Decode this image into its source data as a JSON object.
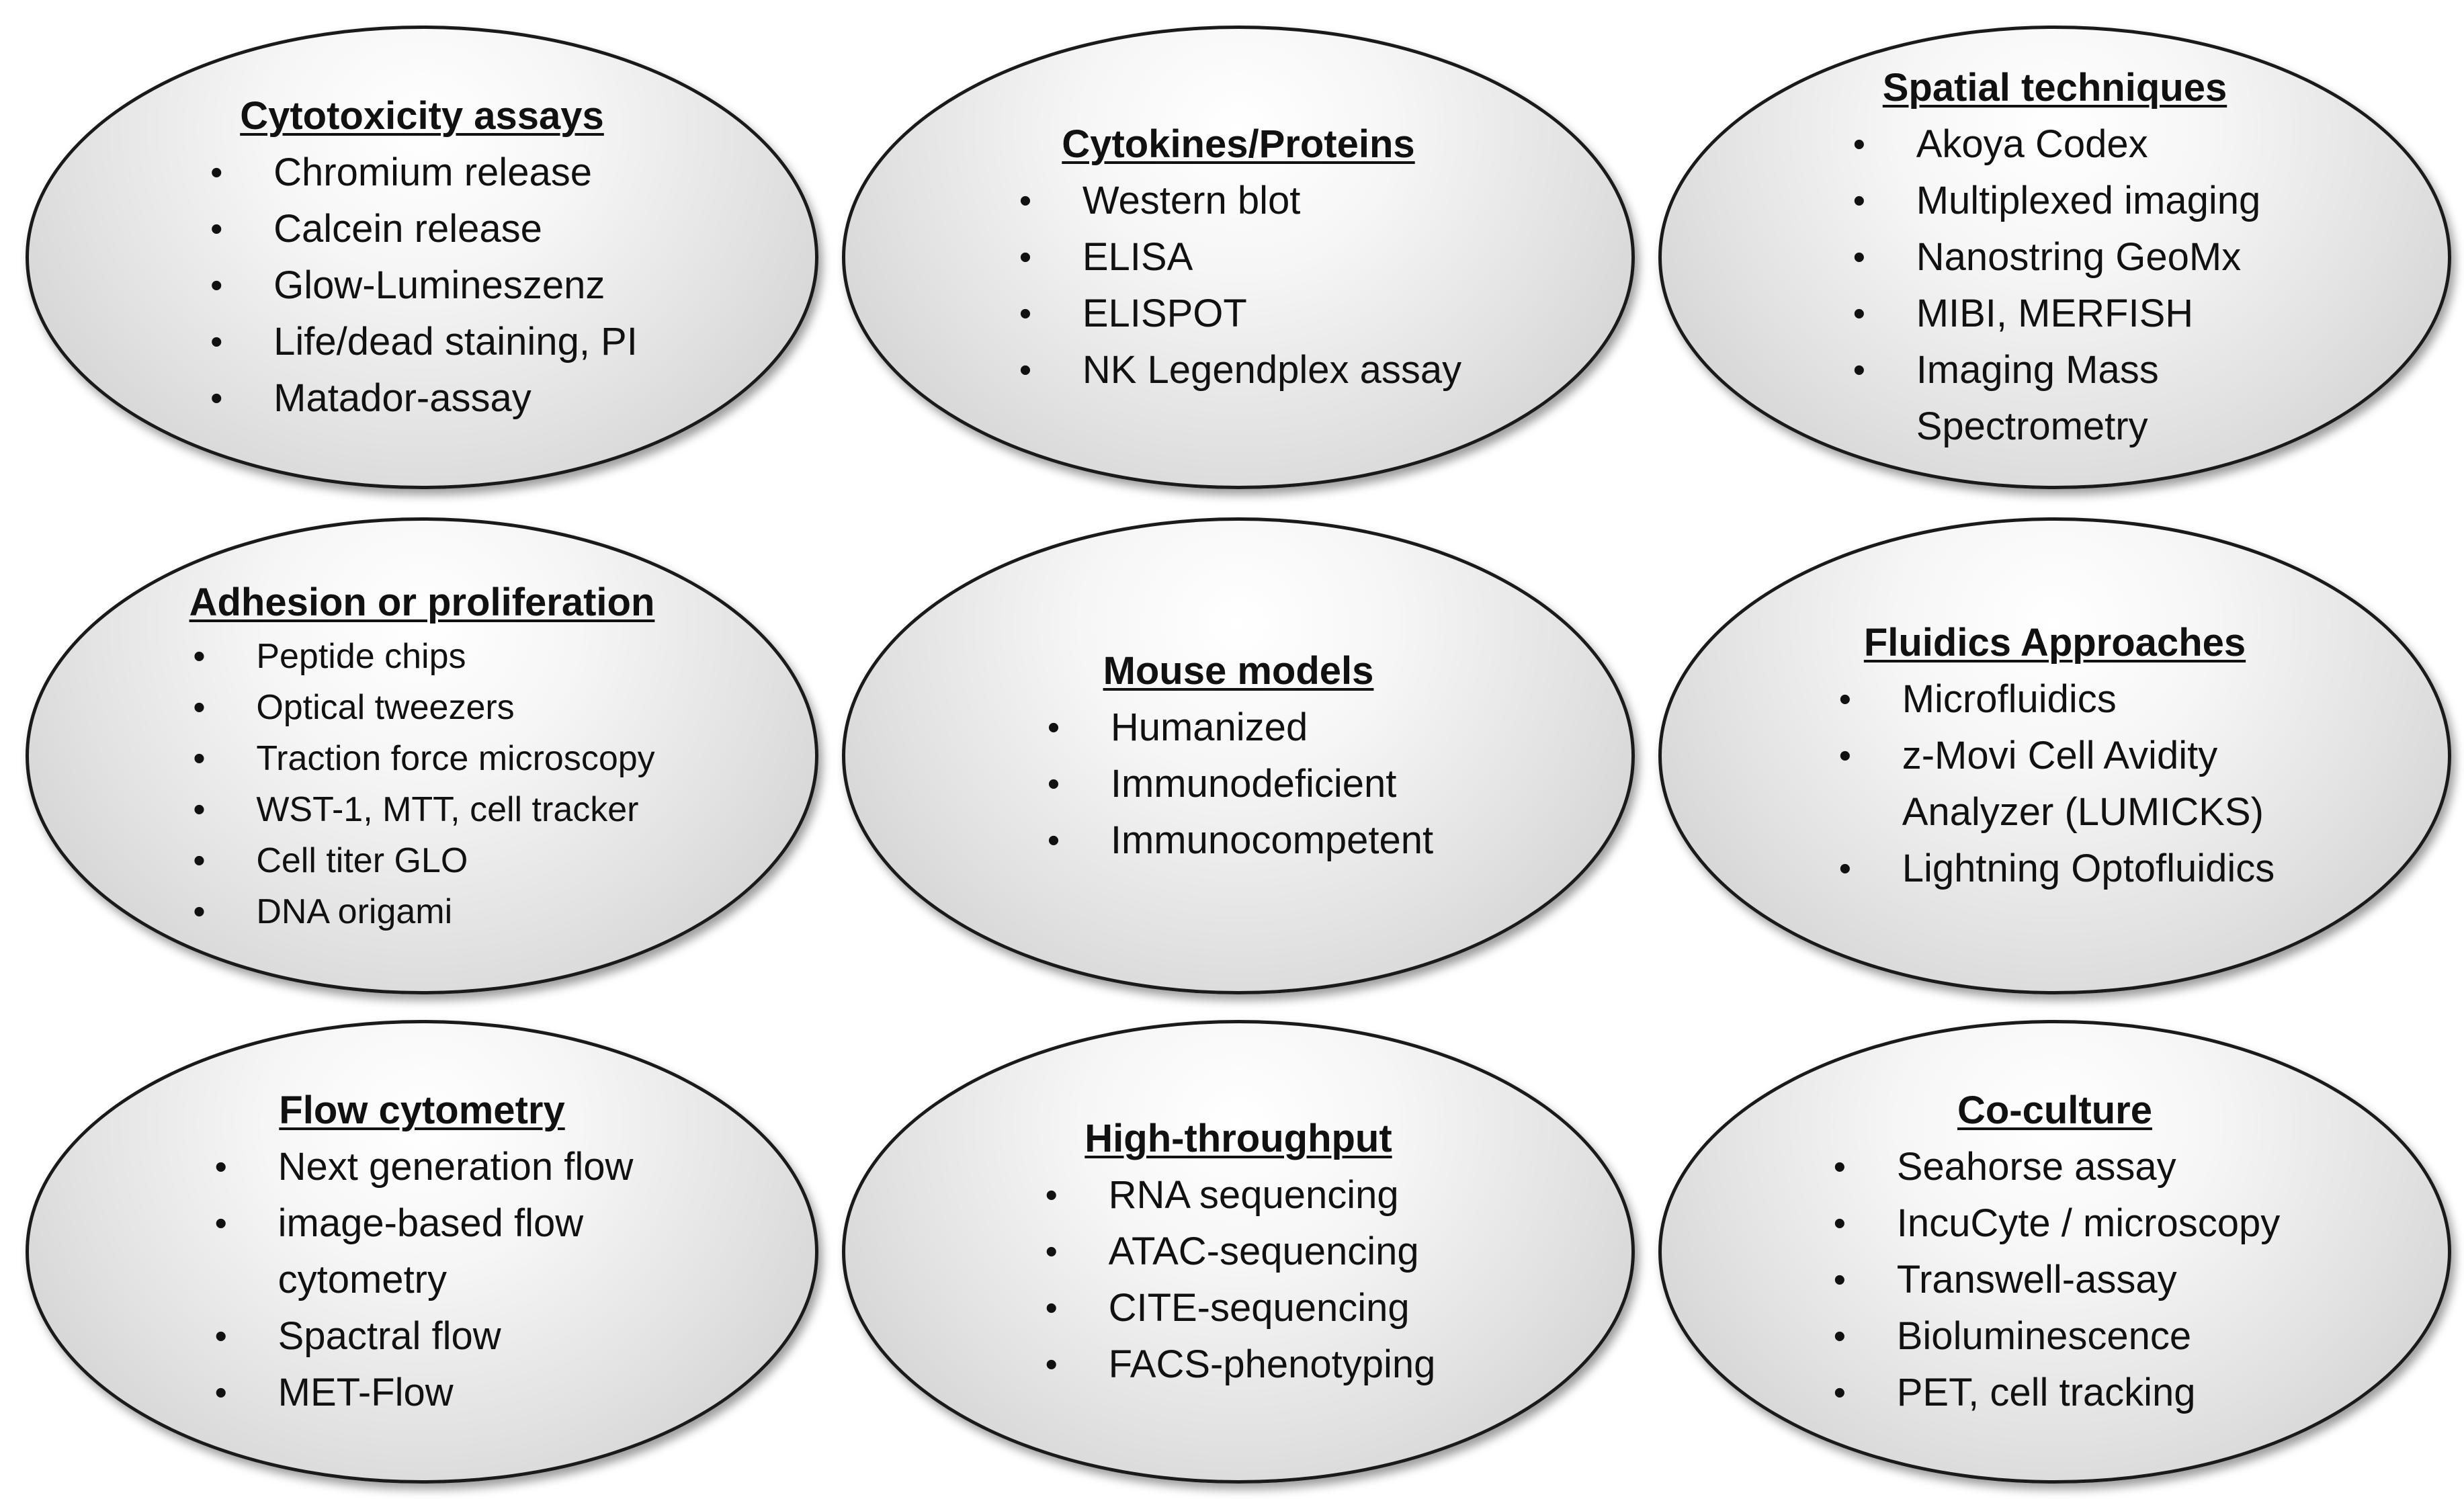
{
  "panels": [
    {
      "title": "Cytotoxicity assays",
      "items": [
        "Chromium release",
        "Calcein release",
        "Glow-Lumineszenz",
        "Life/dead staining, PI",
        "Matador-assay"
      ]
    },
    {
      "title": "Cytokines/Proteins",
      "items": [
        "Western blot",
        "ELISA",
        "ELISPOT",
        "NK Legendplex assay"
      ]
    },
    {
      "title": "Spatial techniques",
      "items": [
        "Akoya Codex",
        "Multiplexed imaging",
        "Nanostring GeoMx",
        "MIBI, MERFISH",
        "Imaging Mass",
        "Spectrometry"
      ]
    },
    {
      "title": "Adhesion or proliferation",
      "items": [
        "Peptide chips",
        "Optical tweezers",
        "Traction force microscopy",
        "WST-1, MTT, cell tracker",
        "Cell titer GLO",
        "DNA origami"
      ]
    },
    {
      "title": "Mouse models",
      "items": [
        "Humanized",
        "Immunodeficient",
        "Immunocompetent"
      ]
    },
    {
      "title": "Fluidics Approaches",
      "items": [
        "Microfluidics",
        "z-Movi Cell Avidity",
        "Analyzer (LUMICKS)",
        "Lightning Optofluidics"
      ]
    },
    {
      "title": "Flow cytometry",
      "items": [
        "Next generation flow",
        "image-based flow",
        "cytometry",
        "Spactral flow",
        "MET-Flow"
      ]
    },
    {
      "title": "High-throughput",
      "items": [
        "RNA sequencing",
        "ATAC-sequencing",
        "CITE-sequencing",
        "FACS-phenotyping"
      ]
    },
    {
      "title": "Co-culture",
      "items": [
        "Seahorse assay",
        "IncuCyte / microscopy",
        "Transwell-assay",
        "Bioluminescence",
        "PET, cell tracking"
      ]
    }
  ]
}
